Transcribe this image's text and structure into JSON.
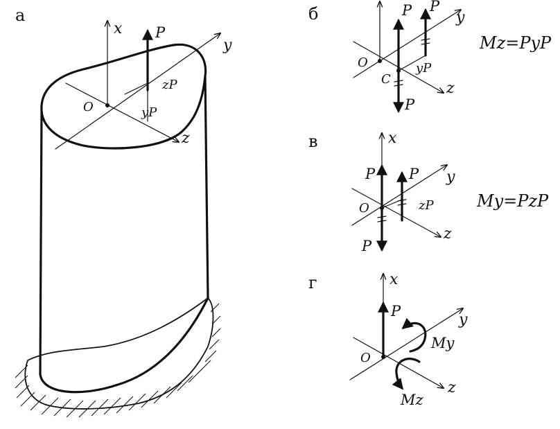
{
  "panels": {
    "a": {
      "label": "а",
      "x_axis": "x",
      "y_axis": "y",
      "z_axis": "z",
      "origin": "O",
      "force": "P",
      "z_offset": "zP",
      "y_offset": "yP"
    },
    "b": {
      "label": "б",
      "y_axis": "y",
      "z_axis": "z",
      "origin": "O",
      "point": "C",
      "force_top_left": "P",
      "force_top_right": "P",
      "force_bottom": "P",
      "y_offset": "yP",
      "formula": "Mz=PyP"
    },
    "v": {
      "label": "в",
      "x_axis": "x",
      "y_axis": "y",
      "z_axis": "z",
      "origin": "O",
      "force_top_left": "P",
      "force_top_right": "P",
      "force_bottom": "P",
      "z_offset": "zP",
      "formula": "My=PzP"
    },
    "g": {
      "label": "г",
      "x_axis": "x",
      "y_axis": "y",
      "z_axis": "z",
      "origin": "O",
      "force": "P",
      "moment_y": "My",
      "moment_z": "Mz"
    }
  }
}
